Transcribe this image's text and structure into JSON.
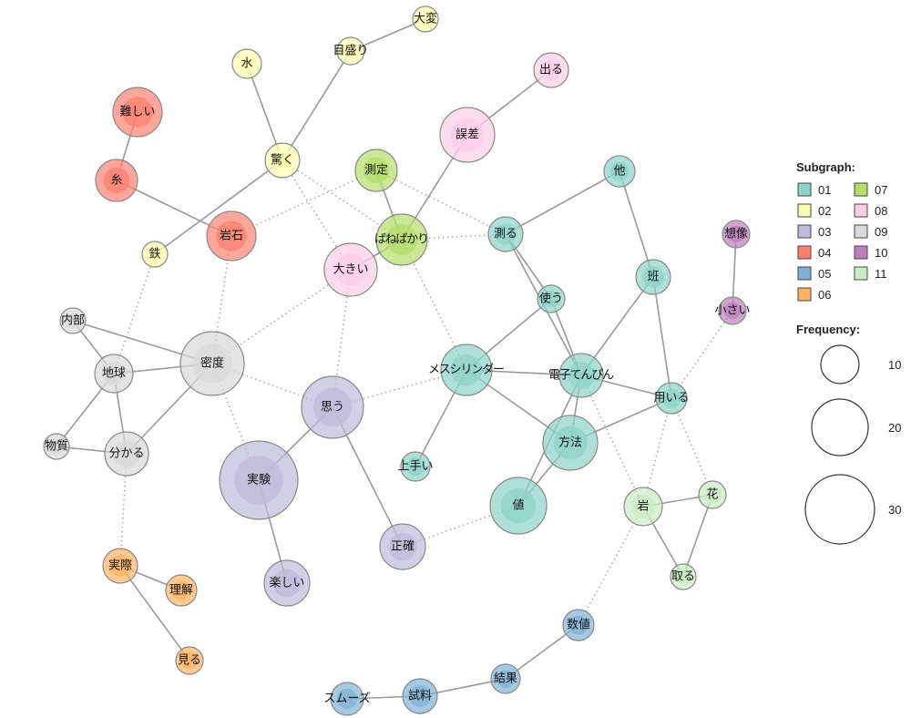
{
  "subgraph_colors": {
    "01": "#8dd3c7",
    "02": "#ffffb3",
    "03": "#bebada",
    "04": "#fb8072",
    "05": "#80b1d3",
    "06": "#fdb462",
    "07": "#b3de69",
    "08": "#fccde5",
    "09": "#d9d9d9",
    "10": "#bc80bd",
    "11": "#ccebc5"
  },
  "nodes": [
    {
      "id": "他",
      "group": "01",
      "freq": 8
    },
    {
      "id": "測る",
      "group": "01",
      "freq": 10
    },
    {
      "id": "使う",
      "group": "01",
      "freq": 6
    },
    {
      "id": "班",
      "group": "01",
      "freq": 10
    },
    {
      "id": "メスシリンダー",
      "group": "01",
      "freq": 22
    },
    {
      "id": "電子てんぴん",
      "group": "01",
      "freq": 16
    },
    {
      "id": "用いる",
      "group": "01",
      "freq": 8
    },
    {
      "id": "方法",
      "group": "01",
      "freq": 25
    },
    {
      "id": "上手い",
      "group": "01",
      "freq": 7
    },
    {
      "id": "値",
      "group": "01",
      "freq": 26
    },
    {
      "id": "水",
      "group": "02",
      "freq": 7
    },
    {
      "id": "目盛り",
      "group": "02",
      "freq": 6
    },
    {
      "id": "大変",
      "group": "02",
      "freq": 5
    },
    {
      "id": "驚く",
      "group": "02",
      "freq": 10
    },
    {
      "id": "鉄",
      "group": "02",
      "freq": 5
    },
    {
      "id": "思う",
      "group": "03",
      "freq": 32
    },
    {
      "id": "実験",
      "group": "03",
      "freq": 50
    },
    {
      "id": "楽しい",
      "group": "03",
      "freq": 17
    },
    {
      "id": "正確",
      "group": "03",
      "freq": 17
    },
    {
      "id": "難しい",
      "group": "04",
      "freq": 20
    },
    {
      "id": "糸",
      "group": "04",
      "freq": 14
    },
    {
      "id": "岩石",
      "group": "04",
      "freq": 20
    },
    {
      "id": "数値",
      "group": "05",
      "freq": 8
    },
    {
      "id": "結果",
      "group": "05",
      "freq": 7
    },
    {
      "id": "試料",
      "group": "05",
      "freq": 10
    },
    {
      "id": "スムーズ",
      "group": "05",
      "freq": 9
    },
    {
      "id": "実際",
      "group": "06",
      "freq": 10
    },
    {
      "id": "理解",
      "group": "06",
      "freq": 8
    },
    {
      "id": "見る",
      "group": "06",
      "freq": 6
    },
    {
      "id": "測定",
      "group": "07",
      "freq": 14
    },
    {
      "id": "ばねばかり",
      "group": "07",
      "freq": 22
    },
    {
      "id": "出る",
      "group": "08",
      "freq": 10
    },
    {
      "id": "誤差",
      "group": "08",
      "freq": 25
    },
    {
      "id": "大きい",
      "group": "08",
      "freq": 23
    },
    {
      "id": "内部",
      "group": "09",
      "freq": 5
    },
    {
      "id": "地球",
      "group": "09",
      "freq": 12
    },
    {
      "id": "密度",
      "group": "09",
      "freq": 33
    },
    {
      "id": "物質",
      "group": "09",
      "freq": 5
    },
    {
      "id": "分かる",
      "group": "09",
      "freq": 16
    },
    {
      "id": "想像",
      "group": "10",
      "freq": 6
    },
    {
      "id": "小さい",
      "group": "10",
      "freq": 6
    },
    {
      "id": "岩",
      "group": "11",
      "freq": 12
    },
    {
      "id": "花",
      "group": "11",
      "freq": 6
    },
    {
      "id": "取る",
      "group": "11",
      "freq": 5
    }
  ],
  "edges_solid": [
    [
      "大変",
      "目盛り"
    ],
    [
      "目盛り",
      "驚く"
    ],
    [
      "水",
      "驚く"
    ],
    [
      "驚く",
      "鉄"
    ],
    [
      "難しい",
      "糸"
    ],
    [
      "糸",
      "岩石"
    ],
    [
      "測定",
      "ばねばかり"
    ],
    [
      "誤差",
      "ばねばかり"
    ],
    [
      "出る",
      "誤差"
    ],
    [
      "大きい",
      "ばねばかり"
    ],
    [
      "内部",
      "地球"
    ],
    [
      "内部",
      "密度"
    ],
    [
      "地球",
      "密度"
    ],
    [
      "地球",
      "物質"
    ],
    [
      "地球",
      "分かる"
    ],
    [
      "物質",
      "分かる"
    ],
    [
      "分かる",
      "密度"
    ],
    [
      "思う",
      "実験"
    ],
    [
      "実験",
      "楽しい"
    ],
    [
      "思う",
      "正確"
    ],
    [
      "実際",
      "理解"
    ],
    [
      "実際",
      "見る"
    ],
    [
      "スムーズ",
      "試料"
    ],
    [
      "試料",
      "結果"
    ],
    [
      "結果",
      "数値"
    ],
    [
      "測る",
      "他"
    ],
    [
      "他",
      "班"
    ],
    [
      "測る",
      "使う"
    ],
    [
      "測る",
      "電子てんぴん"
    ],
    [
      "使う",
      "電子てんぴん"
    ],
    [
      "使う",
      "メスシリンダー"
    ],
    [
      "メスシリンダー",
      "電子てんぴん"
    ],
    [
      "メスシリンダー",
      "方法"
    ],
    [
      "メスシリンダー",
      "上手い"
    ],
    [
      "班",
      "電子てんぴん"
    ],
    [
      "班",
      "用いる"
    ],
    [
      "電子てんぴん",
      "用いる"
    ],
    [
      "電子てんぴん",
      "方法"
    ],
    [
      "電子てんぴん",
      "値"
    ],
    [
      "方法",
      "値"
    ],
    [
      "方法",
      "用いる"
    ],
    [
      "想像",
      "小さい"
    ],
    [
      "岩",
      "花"
    ],
    [
      "岩",
      "取る"
    ],
    [
      "花",
      "取る"
    ]
  ],
  "edges_dotted": [
    [
      "驚く",
      "大きい"
    ],
    [
      "驚く",
      "ばねばかり"
    ],
    [
      "測定",
      "測る"
    ],
    [
      "岩石",
      "測定"
    ],
    [
      "岩石",
      "密度"
    ],
    [
      "鉄",
      "地球"
    ],
    [
      "ばねばかり",
      "測る"
    ],
    [
      "ばねばかり",
      "メスシリンダー"
    ],
    [
      "大きい",
      "密度"
    ],
    [
      "大きい",
      "思う"
    ],
    [
      "密度",
      "思う"
    ],
    [
      "密度",
      "実験"
    ],
    [
      "思う",
      "メスシリンダー"
    ],
    [
      "分かる",
      "実際"
    ],
    [
      "正確",
      "値"
    ],
    [
      "電子てんぴん",
      "岩"
    ],
    [
      "用いる",
      "岩"
    ],
    [
      "用いる",
      "花"
    ],
    [
      "用いる",
      "小さい"
    ],
    [
      "岩",
      "数値"
    ]
  ],
  "legend": {
    "subgraph_title": "Subgraph:",
    "subgraphs": [
      "01",
      "02",
      "03",
      "04",
      "05",
      "06",
      "07",
      "08",
      "09",
      "10",
      "11"
    ],
    "frequency_title": "Frequency:",
    "frequency_values": [
      "10",
      "20",
      "30"
    ]
  }
}
